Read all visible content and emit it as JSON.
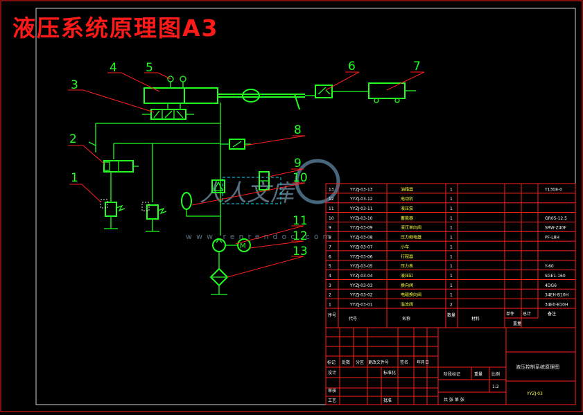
{
  "title": "液压系统原理图A3",
  "callouts": [
    "1",
    "2",
    "3",
    "4",
    "5",
    "6",
    "7",
    "8",
    "9",
    "10",
    "11",
    "12",
    "13"
  ],
  "parts_list": [
    {
      "no": "13",
      "code": "YYZJ-03-13",
      "name": "油箱器",
      "qty": "1",
      "spec": "T1308-0"
    },
    {
      "no": "12",
      "code": "YYZJ-03-12",
      "name": "电动机",
      "qty": "1",
      "spec": ""
    },
    {
      "no": "11",
      "code": "YYZJ-03-11",
      "name": "液压泵",
      "qty": "1",
      "spec": ""
    },
    {
      "no": "10",
      "code": "YYZJ-03-10",
      "name": "蓄能器",
      "qty": "1",
      "spec": "GR05-12.5"
    },
    {
      "no": "9",
      "code": "YYZJ-03-09",
      "name": "液压单向阀",
      "qty": "1",
      "spec": "SRW-Z40F"
    },
    {
      "no": "8",
      "code": "YYZJ-03-08",
      "name": "压力继电器",
      "qty": "1",
      "spec": "PF-L8H"
    },
    {
      "no": "7",
      "code": "YYZJ-03-07",
      "name": "小车",
      "qty": "1",
      "spec": ""
    },
    {
      "no": "6",
      "code": "YYZJ-03-06",
      "name": "行程器",
      "qty": "1",
      "spec": ""
    },
    {
      "no": "5",
      "code": "YYZJ-03-05",
      "name": "压力表",
      "qty": "1",
      "spec": "Y-60"
    },
    {
      "no": "4",
      "code": "YYZJ-03-04",
      "name": "液压缸",
      "qty": "1",
      "spec": "SGE1-160"
    },
    {
      "no": "3",
      "code": "YYZJ-03-03",
      "name": "换向阀",
      "qty": "1",
      "spec": "4DG6"
    },
    {
      "no": "2",
      "code": "YYZJ-03-02",
      "name": "电磁换向阀",
      "qty": "1",
      "spec": "34EH-B10H"
    },
    {
      "no": "1",
      "code": "YYZJ-03-01",
      "name": "溢流阀",
      "qty": "2",
      "spec": "34E0-B10H"
    }
  ],
  "parts_header": {
    "no": "序号",
    "code": "代号",
    "name": "名称",
    "qty": "数量",
    "material": "材料",
    "unit": "单件",
    "total": "总计",
    "remark": "备注",
    "weight": "重量"
  },
  "title_block": {
    "drawing_name": "液压控制系统原理图",
    "drawing_code": "YYZJ-03",
    "scale_label": "比例",
    "scale": "1:2",
    "stage_mark": "阶段标记",
    "weight": "重量",
    "sheets": "共 张 第 张",
    "row_change": [
      "标记",
      "处数",
      "分区",
      "更改文件号",
      "签名",
      "年月日"
    ],
    "design": "设计",
    "standard": "标准化",
    "review": "审核",
    "process": "工艺",
    "approve": "批准"
  },
  "watermark": {
    "text": "人人文库",
    "url": "www.renrendoc.com"
  },
  "colors": {
    "line": "#20ff20",
    "leader": "#ff2020",
    "title": "#ff1a1a",
    "frame": "#e8e8e8",
    "accent": "#00e5ff"
  }
}
